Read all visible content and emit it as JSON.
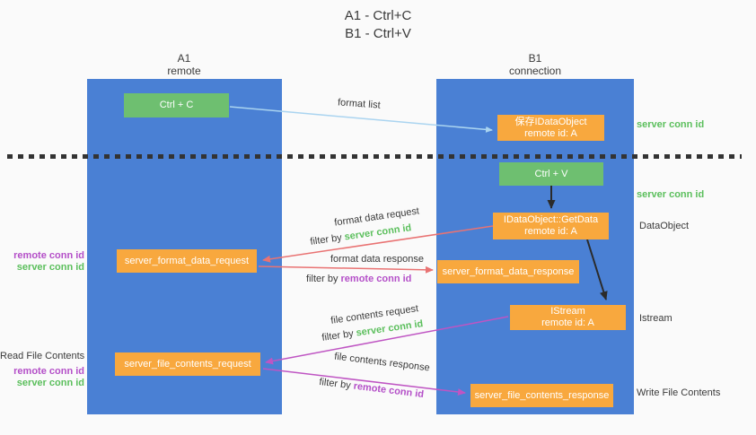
{
  "title": {
    "line1": "A1 - Ctrl+C",
    "line2": "B1 - Ctrl+V"
  },
  "columns": {
    "a1": {
      "name": "A1",
      "role": "remote"
    },
    "b1": {
      "name": "B1",
      "role": "connection"
    }
  },
  "nodes": {
    "ctrl_c": "Ctrl + C",
    "ctrl_v": "Ctrl + V",
    "save_dataobject": {
      "line1": "保存IDataObject",
      "line2": "remote id: A"
    },
    "getdata": {
      "line1": "IDataObject::GetData",
      "line2": "remote id: A"
    },
    "istream": {
      "line1": "IStream",
      "line2": "remote id: A"
    },
    "format_request": "server_format_data_request",
    "format_response": "server_format_data_response",
    "file_request": "server_file_contents_request",
    "file_response": "server_file_contents_response"
  },
  "arrow_labels": {
    "format_list": "format list",
    "format_data_request": "format data request",
    "format_data_response": "format data response",
    "file_contents_request": "file contents request",
    "file_contents_response": "file contents response",
    "filter_by": "filter by",
    "server_conn_id": "server conn id",
    "remote_conn_id": "remote conn id"
  },
  "side_labels": {
    "right_server_conn_id_1": "server conn id",
    "right_server_conn_id_2": "server conn id",
    "right_dataobject": "DataObject",
    "right_istream": "Istream",
    "right_write_file_contents": "Write File Contents",
    "left_remote_conn_id_1": "remote conn id",
    "left_server_conn_id_1": "server conn id",
    "left_read_file_contents": "Read File Contents",
    "left_remote_conn_id_2": "remote conn id",
    "left_server_conn_id_2": "server conn id"
  },
  "colors": {
    "lifeline_blue": "#4a80d4",
    "box_green": "#6ebf70",
    "box_orange": "#f8a83e",
    "arrow_light_blue": "#aad4f0",
    "arrow_red": "#e97373",
    "arrow_magenta": "#bf55c3",
    "arrow_black": "#2b2b2b",
    "green_id_text": "#5bbf5c",
    "purple_id_text": "#b44fc8",
    "background": "#fafafa"
  }
}
